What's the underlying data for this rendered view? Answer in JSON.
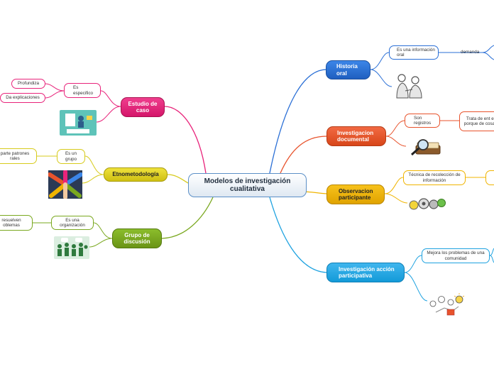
{
  "center": {
    "title": "Modelos de investigación cualitativa"
  },
  "branches": {
    "historia": {
      "label": "Historia oral",
      "color": "#2a6fd6",
      "sub1": "Es una información oral",
      "sub1_next": "demanda"
    },
    "documental": {
      "label": "Investigacion documental",
      "color": "#e8532c",
      "sub1": "Son registros",
      "sub2": "Trata de ent el porque de cosas"
    },
    "observacion": {
      "label": "Observacion participante",
      "color": "#f0b400",
      "sub1": "Técnica de recolección de información"
    },
    "accion": {
      "label": "Investigación acción participativa",
      "color": "#1ea2e0",
      "sub1": "Mejora los problemas de una comunidad"
    },
    "estudio": {
      "label": "Estudio de caso",
      "color": "#e8237a",
      "sub1": "Es especifico",
      "sub2a": "Profundiza",
      "sub2b": "Da explicaciones"
    },
    "etno": {
      "label": "Etnometodología",
      "color": "#d7cb1c",
      "sub1": "Es un grupo",
      "sub2": "parte patrones rales"
    },
    "grupo": {
      "label": "Grupo de discusión",
      "color": "#7aa81f",
      "sub1": "Es una organización",
      "sub2": "resuelven oblemas"
    }
  }
}
